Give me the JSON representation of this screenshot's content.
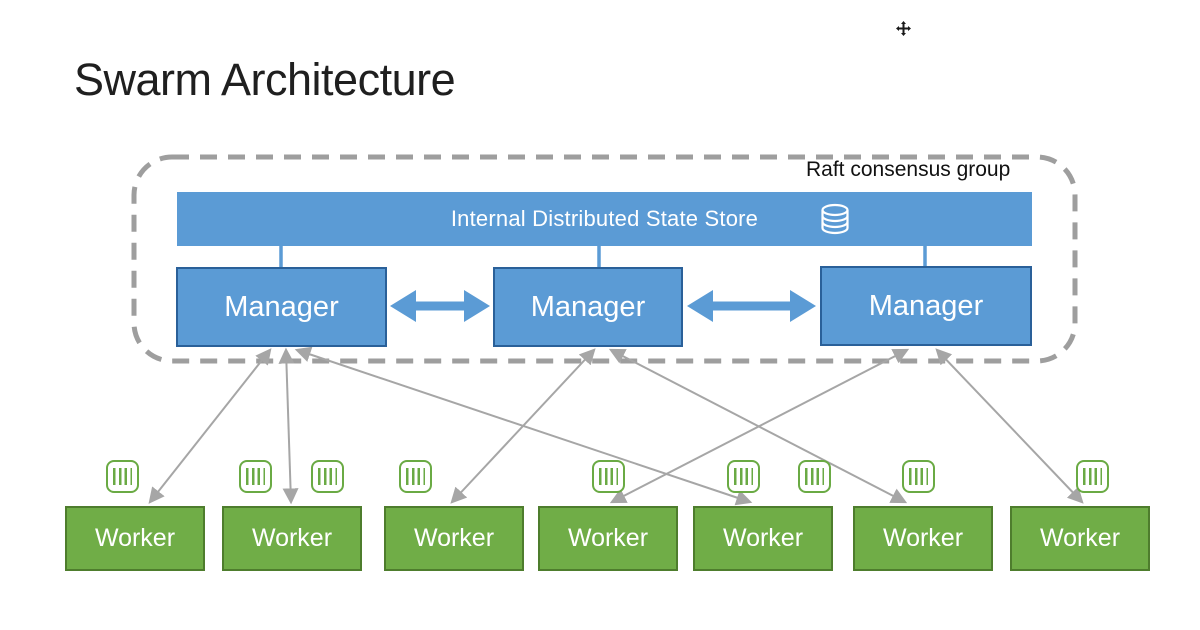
{
  "title": "Swarm Architecture",
  "diagram": {
    "group_label": "Raft consensus group",
    "state_store": {
      "label": "Internal Distributed State Store",
      "icon": "database-icon"
    },
    "managers": [
      {
        "label": "Manager"
      },
      {
        "label": "Manager"
      },
      {
        "label": "Manager"
      }
    ],
    "workers": [
      {
        "label": "Worker"
      },
      {
        "label": "Worker"
      },
      {
        "label": "Worker"
      },
      {
        "label": "Worker"
      },
      {
        "label": "Worker"
      },
      {
        "label": "Worker"
      },
      {
        "label": "Worker"
      }
    ],
    "node_icon": "container-icon",
    "colors": {
      "node_blue": "#5b9bd5",
      "node_blue_border": "#2a6099",
      "node_green": "#70ad47",
      "node_green_border": "#4e7d2d",
      "arrow_gray": "#a6a6a6",
      "frame_gray": "#9e9e9e"
    }
  },
  "cursor": {
    "icon": "move-cursor"
  }
}
